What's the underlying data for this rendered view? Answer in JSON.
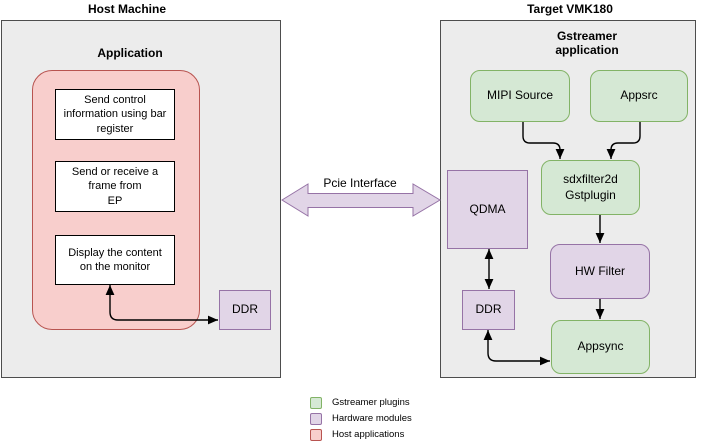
{
  "diagram": {
    "host": {
      "title": "Host Machine",
      "application_label": "Application",
      "steps": [
        {
          "label": "Send control\ninformation using bar\nregister"
        },
        {
          "label": "Send or receive a\nframe from\nEP"
        },
        {
          "label": "Display the content\non the monitor"
        }
      ],
      "ddr": "DDR"
    },
    "pcie_label": "Pcie Interface",
    "target": {
      "title": "Target VMK180",
      "application_label": "Gstreamer\napplication",
      "mipi_source": "MIPI Source",
      "appsrc": "Appsrc",
      "sdxfilter": "sdxfilter2d\nGstplugin",
      "qdma": "QDMA",
      "hw_filter": "HW Filter",
      "ddr": "DDR",
      "appsync": "Appsync"
    },
    "legend": {
      "items": [
        {
          "label": "Gstreamer plugins",
          "fill": "#d5e8d4",
          "stroke": "#82b366"
        },
        {
          "label": "Hardware modules",
          "fill": "#e1d5e7",
          "stroke": "#9673a6"
        },
        {
          "label": "Host applications",
          "fill": "#f8cecc",
          "stroke": "#b85450"
        }
      ]
    },
    "colors": {
      "green_fill": "#d5e8d4",
      "green_stroke": "#82b366",
      "purple_fill": "#e1d5e7",
      "purple_stroke": "#9673a6",
      "red_fill": "#f8cecc",
      "red_stroke": "#b85450",
      "container_fill": "#ececec",
      "container_stroke": "#4d4d4d",
      "arrow_color": "#000000"
    }
  }
}
